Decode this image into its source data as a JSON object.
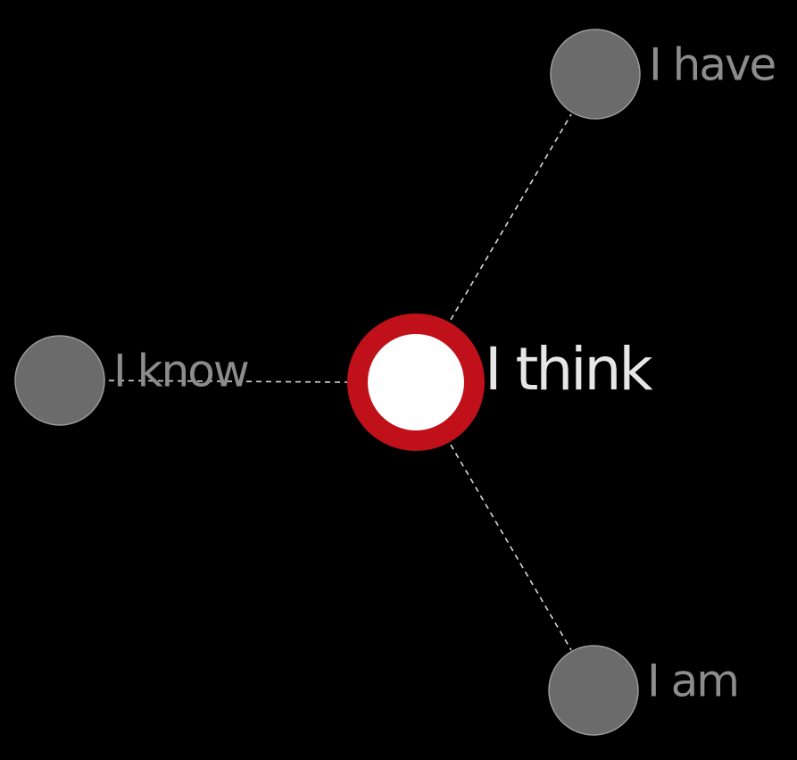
{
  "diagram": {
    "center": {
      "label": "I think",
      "ring_color": "#c0101a",
      "core_color": "#ffffff"
    },
    "neighbors": [
      {
        "id": "have",
        "label": "I have"
      },
      {
        "id": "know",
        "label": "I know"
      },
      {
        "id": "am",
        "label": "I am"
      }
    ],
    "colors": {
      "background": "#000000",
      "neighbor_node": "#6b6b6b",
      "neighbor_label": "#8c8c8c",
      "center_label": "#e6e6e6",
      "edge": "#d8d8d8"
    }
  }
}
